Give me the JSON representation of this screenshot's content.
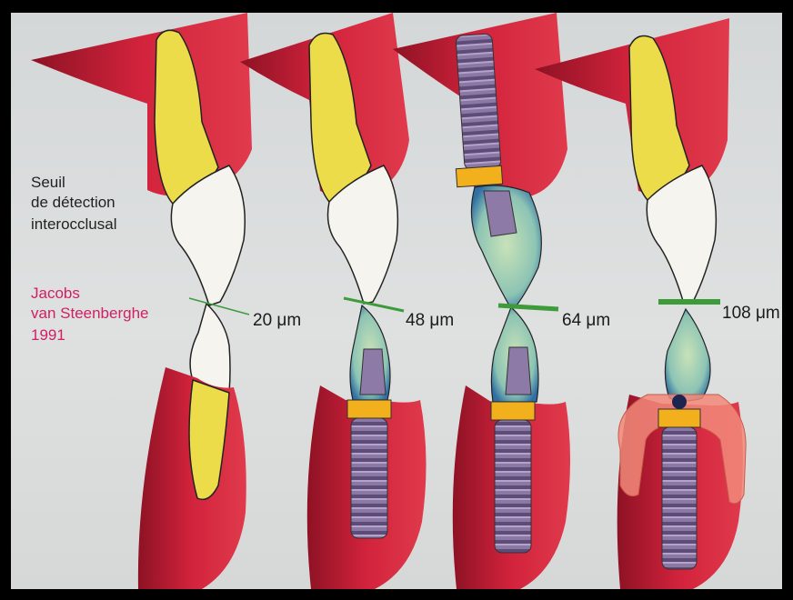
{
  "labels": {
    "threshold_line1": "Seuil",
    "threshold_line2": "de détection",
    "threshold_line3": "interocclusal",
    "source_line1": "Jacobs",
    "source_line2": "van Steenberghe",
    "source_line3": "1991"
  },
  "measurements": [
    {
      "label": "20 μm"
    },
    {
      "label": "48 μm"
    },
    {
      "label": "64 μm"
    },
    {
      "label": "108 μm"
    }
  ],
  "colors": {
    "gum": "#d2233c",
    "gum_dark": "#9f1428",
    "tooth": "#ecdc4a",
    "crown": "#f6f4ef",
    "implant": "#8e7aa6",
    "abutment_ring": "#f2b01c",
    "implant_crown": "#a8d0a8",
    "threshold_line": "#3d9b3a",
    "source_text": "#d01f63",
    "soft_tissue": "#f28a7a"
  }
}
